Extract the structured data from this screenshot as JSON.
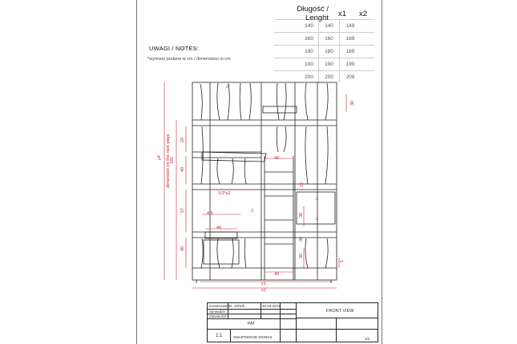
{
  "dimensions_table": {
    "header": [
      "Długość / Lenght",
      "x1",
      "x2"
    ],
    "rows": [
      [
        "140",
        "140",
        "149"
      ],
      [
        "160",
        "160",
        "169"
      ],
      [
        "180",
        "180",
        "189"
      ],
      [
        "190",
        "190",
        "199"
      ],
      [
        "200",
        "200",
        "209"
      ]
    ]
  },
  "notes": {
    "title": "UWAGI / NOTES:",
    "line": "*wymiary podane w cm / dimensions in cm"
  },
  "drawing": {
    "labels": {
      "y4": "y4",
      "next_page": "dimension on the next page",
      "h181": "181",
      "h29": "29",
      "h40a": "40",
      "h57": "57",
      "h40b": "40",
      "h30a": "30",
      "h30b": "30",
      "h30c": "30",
      "h30d": "30",
      "w2a": "2",
      "w2b": "2",
      "w2c": "2",
      "w2d": "2",
      "w40a": "40",
      "w40b": "40",
      "w40c": "40",
      "w45": "4.5",
      "w13x2": "1/3*x2",
      "w22": "22",
      "w1": "1",
      "x1": "x1",
      "x2": "x2"
    }
  },
  "title_block": {
    "rows_left": [
      "Konstruował",
      "Sprawdził",
      "Zatwierdził"
    ],
    "name": "B. Jóźwik",
    "date": "20.03.2021",
    "label_pat": "PAT",
    "scale": "1:1",
    "company": "SMARTWOOD WORKS",
    "view": "FRONT VIEW",
    "page": "1/2"
  },
  "colors": {
    "line": "#222222",
    "dimension_red": "#c0273a",
    "grid": "#cccccc"
  }
}
